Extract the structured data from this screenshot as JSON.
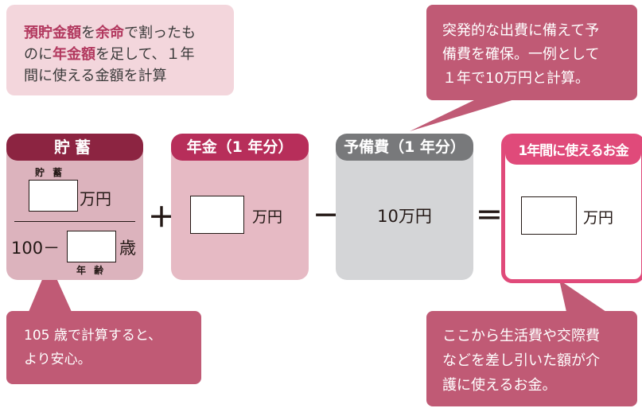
{
  "note": {
    "parts": [
      {
        "text": "預貯金額",
        "highlight": true
      },
      {
        "text": "を",
        "highlight": false
      },
      {
        "text": "余命",
        "highlight": true
      },
      {
        "text": "で割ったもの",
        "highlight": false
      },
      {
        "text": "に",
        "highlight": false
      },
      {
        "text": "年金額",
        "highlight": true
      },
      {
        "text": "を足して、１年間に使える金額を計算",
        "highlight": false
      }
    ],
    "line1a": "預貯金額",
    "line1b": "を",
    "line1c": "余命",
    "line1d": "で割ったも",
    "line2a": "のに",
    "line2b": "年金額",
    "line2c": "を足して、１年",
    "line3": "間に使える金額を計算"
  },
  "callouts": {
    "reserve": {
      "line1": "突発的な出費に備えて予",
      "line2": "備費を確保。一例として",
      "line3": "１年で10万円と計算。"
    },
    "age": {
      "line1": "105 歳で計算すると、",
      "line2": "より安心。"
    },
    "result": {
      "line1": "ここから生活費や交際費",
      "line2": "などを差し引いた額が介",
      "line3": "護に使えるお金。"
    }
  },
  "savings": {
    "header": "貯蓄",
    "numerator_label": "貯 蓄",
    "numerator_unit": "万円",
    "denominator_prefix": "100－",
    "denominator_unit": "歳",
    "denominator_label": "年 齢"
  },
  "operators": {
    "plus": "＋",
    "minus": "－",
    "equals": "＝"
  },
  "pension": {
    "header": "年金（1 年分）",
    "unit": "万円"
  },
  "reserve": {
    "header": "予備費（1 年分）",
    "value": "10万円"
  },
  "result": {
    "header": "1年間に使えるお金",
    "unit": "万円"
  },
  "colors": {
    "savings_header": "#8c2441",
    "pension_header": "#b72e5a",
    "reserve_header": "#78797b",
    "result_border": "#e04a7a",
    "callout": "#c05a75",
    "highlight_text": "#b2395f"
  }
}
